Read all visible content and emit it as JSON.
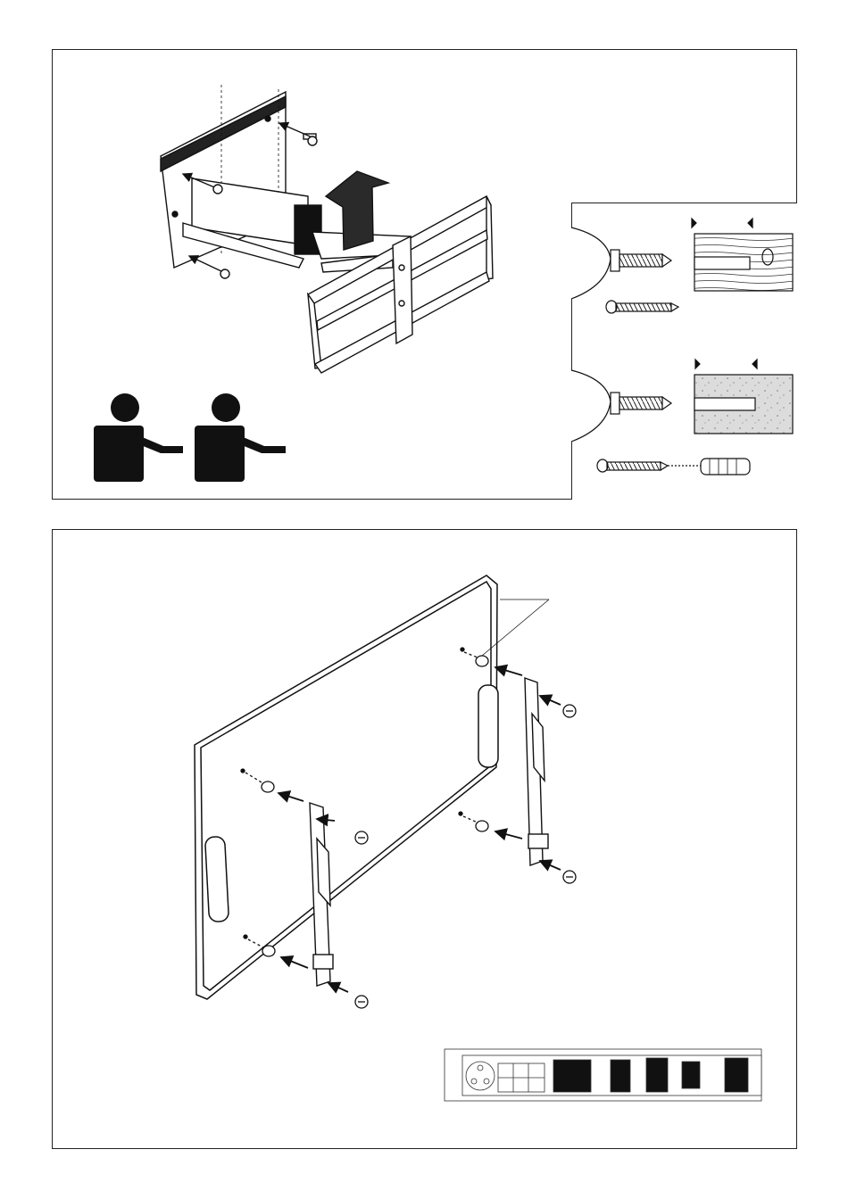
{
  "manual_page": {
    "steps": [
      {
        "id": "wall-mounting",
        "text": ""
      },
      {
        "id": "tv-bracket-attach",
        "text": ""
      }
    ],
    "inset": {
      "wall_types": [
        "wood",
        "concrete"
      ],
      "fasteners": [
        "wood-screw",
        "wall-plug-screw"
      ]
    },
    "people_required": 2,
    "icons": [
      "person-icon",
      "arrow-up-icon",
      "screw-icon",
      "wall-plug-icon",
      "hardware-tray-icon"
    ],
    "colors": {
      "ink": "#1a1a1a",
      "paper": "#ffffff",
      "concrete": "#d9d9d9"
    }
  }
}
